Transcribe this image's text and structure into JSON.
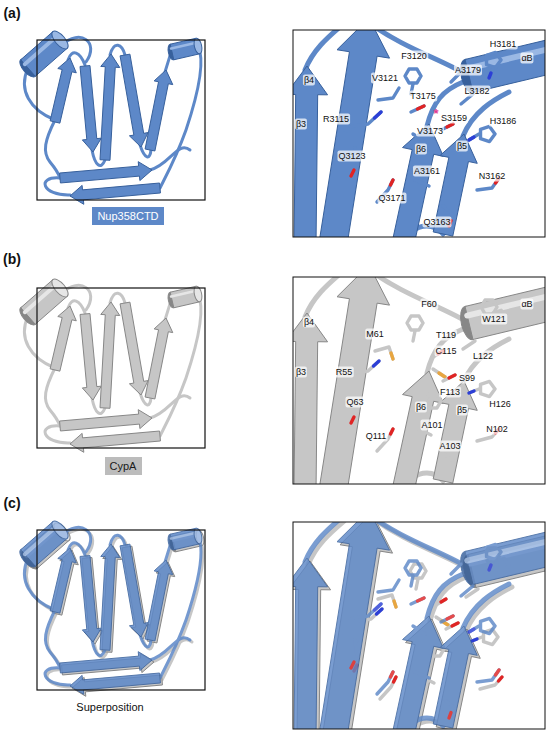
{
  "diagram": {
    "nodes": [
      {
        "text": [
          "Nup358CTD"
        ]
      },
      {
        "text": [
          "CypA"
        ]
      }
    ],
    "labels": [
      "(a)",
      "(b)",
      "(c)",
      "H3181",
      "αB",
      "F3120",
      "A3179",
      "V3121",
      "L3182",
      "T3175",
      "β4",
      "S3159",
      "*",
      "H3186",
      "R3115",
      "V3173",
      "β3",
      "β6",
      "β5",
      "Q3123",
      "A3161",
      "N3162",
      "Q3171",
      "Q3163",
      "F60",
      "αB",
      "W121",
      "β4",
      "T119",
      "M61",
      "C115",
      "L122",
      "R55",
      "β3",
      "S99",
      "F113",
      "H126",
      "β6",
      "β5",
      "Q63",
      "A101",
      "N102",
      "Q111",
      "A103",
      "Superposition"
    ]
  }
}
